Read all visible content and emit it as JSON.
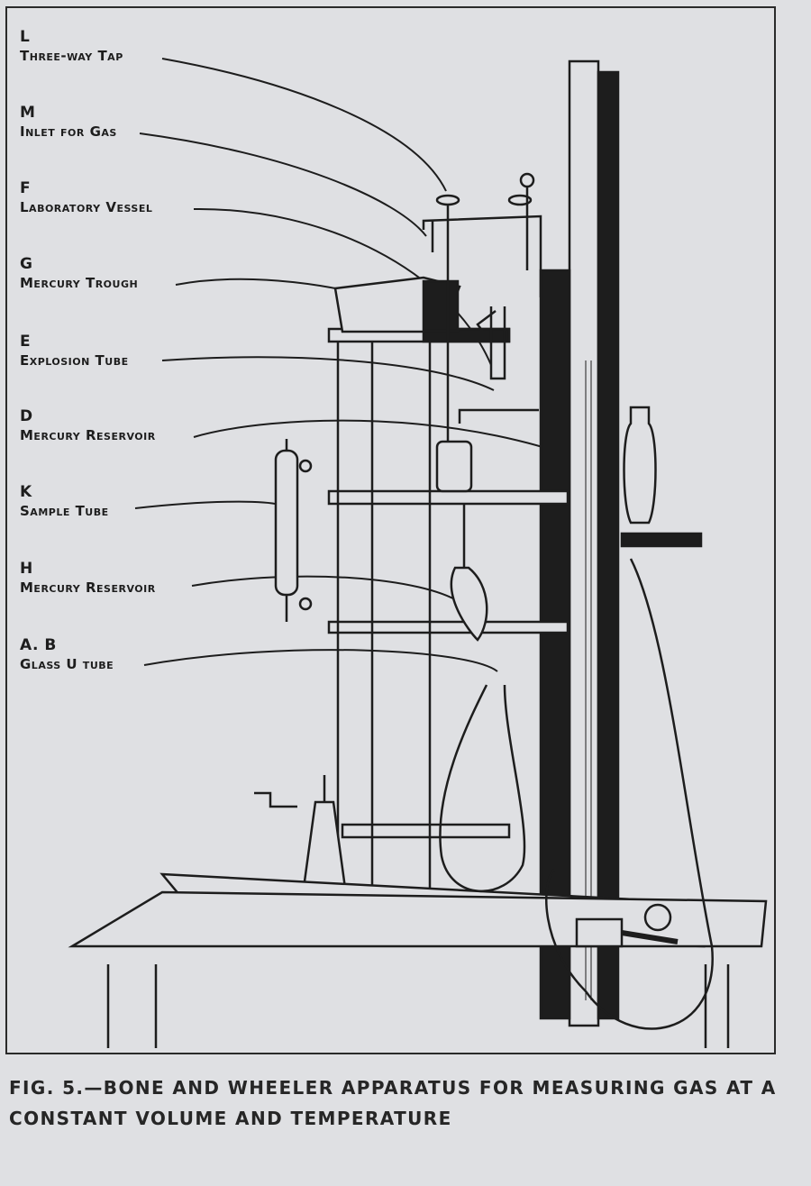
{
  "figure": {
    "labels": [
      {
        "letter": "L",
        "name": "Three-way Tap"
      },
      {
        "letter": "M",
        "name": "Inlet for Gas"
      },
      {
        "letter": "F",
        "name": "Laboratory Vessel"
      },
      {
        "letter": "G",
        "name": "Mercury Trough"
      },
      {
        "letter": "E",
        "name": "Explosion Tube"
      },
      {
        "letter": "D",
        "name": "Mercury Reservoir"
      },
      {
        "letter": "K",
        "name": "Sample Tube"
      },
      {
        "letter": "H",
        "name": "Mercury Reservoir"
      },
      {
        "letter": "A. B",
        "name": "Glass U tube"
      }
    ],
    "caption_line1": "FIG. 5.—BONE AND WHEELER APPARATUS FOR MEASURING GAS AT A",
    "caption_line2": "CONSTANT VOLUME AND TEMPERATURE"
  },
  "colors": {
    "paper": "#dfe0e3",
    "ink": "#1d1d1d"
  }
}
